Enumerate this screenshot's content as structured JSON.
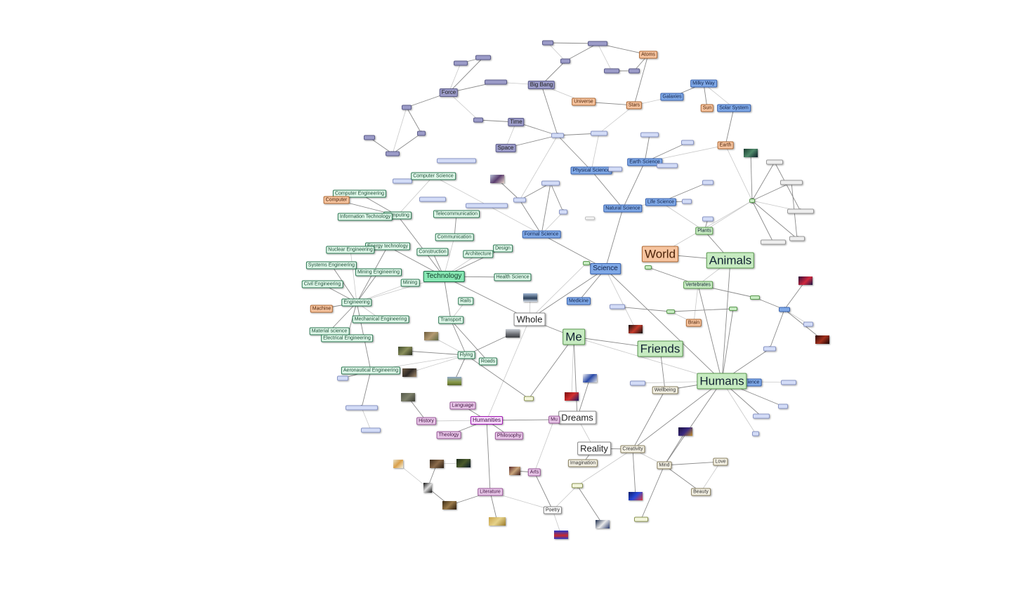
{
  "nodes": {
    "atoms": {
      "label": "Atoms"
    },
    "big_bang": {
      "label": "Big Bang"
    },
    "force": {
      "label": "Force"
    },
    "universe": {
      "label": "Universe"
    },
    "stars": {
      "label": "Stars"
    },
    "galaxies": {
      "label": "Galaxies"
    },
    "milky_way": {
      "label": "Milky Way"
    },
    "sun": {
      "label": "Sun"
    },
    "solar_system": {
      "label": "Solar System"
    },
    "time": {
      "label": "Time"
    },
    "space": {
      "label": "Space"
    },
    "earth": {
      "label": "Earth"
    },
    "earth_science": {
      "label": "Earth Science"
    },
    "physical_science": {
      "label": "Physical Science"
    },
    "computer_science": {
      "label": "Computer Science"
    },
    "computer_engineering": {
      "label": "Computer Engineering"
    },
    "computer": {
      "label": "Computer"
    },
    "information_technology": {
      "label": "Information Technology"
    },
    "computing": {
      "label": "Computing"
    },
    "telecommunication": {
      "label": "Telecommunication"
    },
    "communication": {
      "label": "Communication"
    },
    "formal_science": {
      "label": "Formal Science"
    },
    "natural_science": {
      "label": "Natural Science"
    },
    "life_science": {
      "label": "Life Science"
    },
    "plants": {
      "label": "Plants"
    },
    "world": {
      "label": "World"
    },
    "animals": {
      "label": "Animals"
    },
    "nuclear_engineering": {
      "label": "Nuclear Engineering"
    },
    "energy_technology": {
      "label": "Energy technology"
    },
    "construction": {
      "label": "Construction"
    },
    "design": {
      "label": "Design"
    },
    "architecture": {
      "label": "Architecture"
    },
    "systems_engineering": {
      "label": "Systems Engineering"
    },
    "mining_engineering": {
      "label": "Mining Engineering"
    },
    "technology": {
      "label": "Technology"
    },
    "health_science": {
      "label": "Health Science"
    },
    "science": {
      "label": "Science"
    },
    "civil_engineering": {
      "label": "Civil Engineering"
    },
    "mining": {
      "label": "Mining"
    },
    "vertebrates": {
      "label": "Vertebrates"
    },
    "engineering": {
      "label": "Engineering"
    },
    "machine": {
      "label": "Machine"
    },
    "rails": {
      "label": "Rails"
    },
    "medicine": {
      "label": "Medicine"
    },
    "mechanical_engineering": {
      "label": "Mechanical Engineering"
    },
    "whole": {
      "label": "Whole"
    },
    "brain": {
      "label": "Brain"
    },
    "transport": {
      "label": "Transport"
    },
    "material_science": {
      "label": "Material science"
    },
    "electrical_engineering": {
      "label": "Electrical Engineering"
    },
    "me": {
      "label": "Me"
    },
    "friends": {
      "label": "Friends"
    },
    "flying": {
      "label": "Flying"
    },
    "roads": {
      "label": "Roads"
    },
    "aeronautical_engineering": {
      "label": "Aeronautical Engineering"
    },
    "humans": {
      "label": "Humans"
    },
    "humans_tag": {
      "label": "ience"
    },
    "wellbeing": {
      "label": "Wellbeing"
    },
    "language": {
      "label": "Language"
    },
    "dreams": {
      "label": "Dreams"
    },
    "history": {
      "label": "History"
    },
    "humanities": {
      "label": "Humanities"
    },
    "music": {
      "label": "Mu"
    },
    "theology": {
      "label": "Theology"
    },
    "philosophy": {
      "label": "Philosophy"
    },
    "reality": {
      "label": "Reality"
    },
    "creativity": {
      "label": "Creativity"
    },
    "imagination": {
      "label": "Imagination"
    },
    "mind": {
      "label": "Mind"
    },
    "love": {
      "label": "Love"
    },
    "arts": {
      "label": "Arts"
    },
    "literature": {
      "label": "Literature"
    },
    "beauty": {
      "label": "Beauty"
    },
    "poetry": {
      "label": "Poetry"
    }
  },
  "colors": {
    "edge": "#8a8a8a",
    "edge_light": "#c8c8c8",
    "physics": "#9b9bc8",
    "science": "#7fa8e6",
    "technology": "#88e8b4",
    "origin": "#f6c49f",
    "nature": "#c7ebc1",
    "humanities": "#e8c6e8"
  },
  "icons": [
    "photo-thumbnail-icon"
  ]
}
